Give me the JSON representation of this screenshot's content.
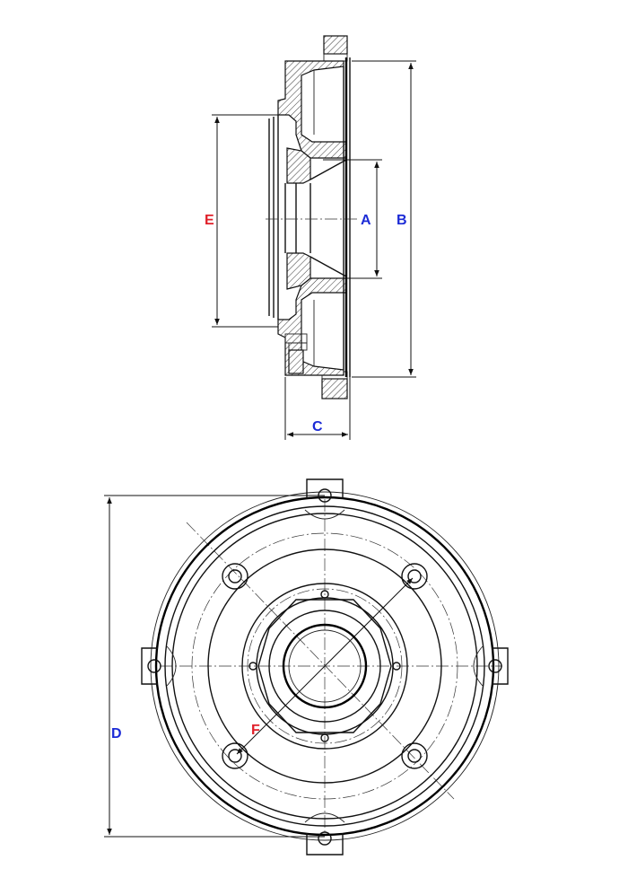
{
  "labels": {
    "A": "A",
    "B": "B",
    "C": "C",
    "D": "D",
    "E": "E",
    "F": "F"
  },
  "colors": {
    "red_label": "#e0202a",
    "blue_label": "#1c2bd6",
    "line": "#111111"
  }
}
